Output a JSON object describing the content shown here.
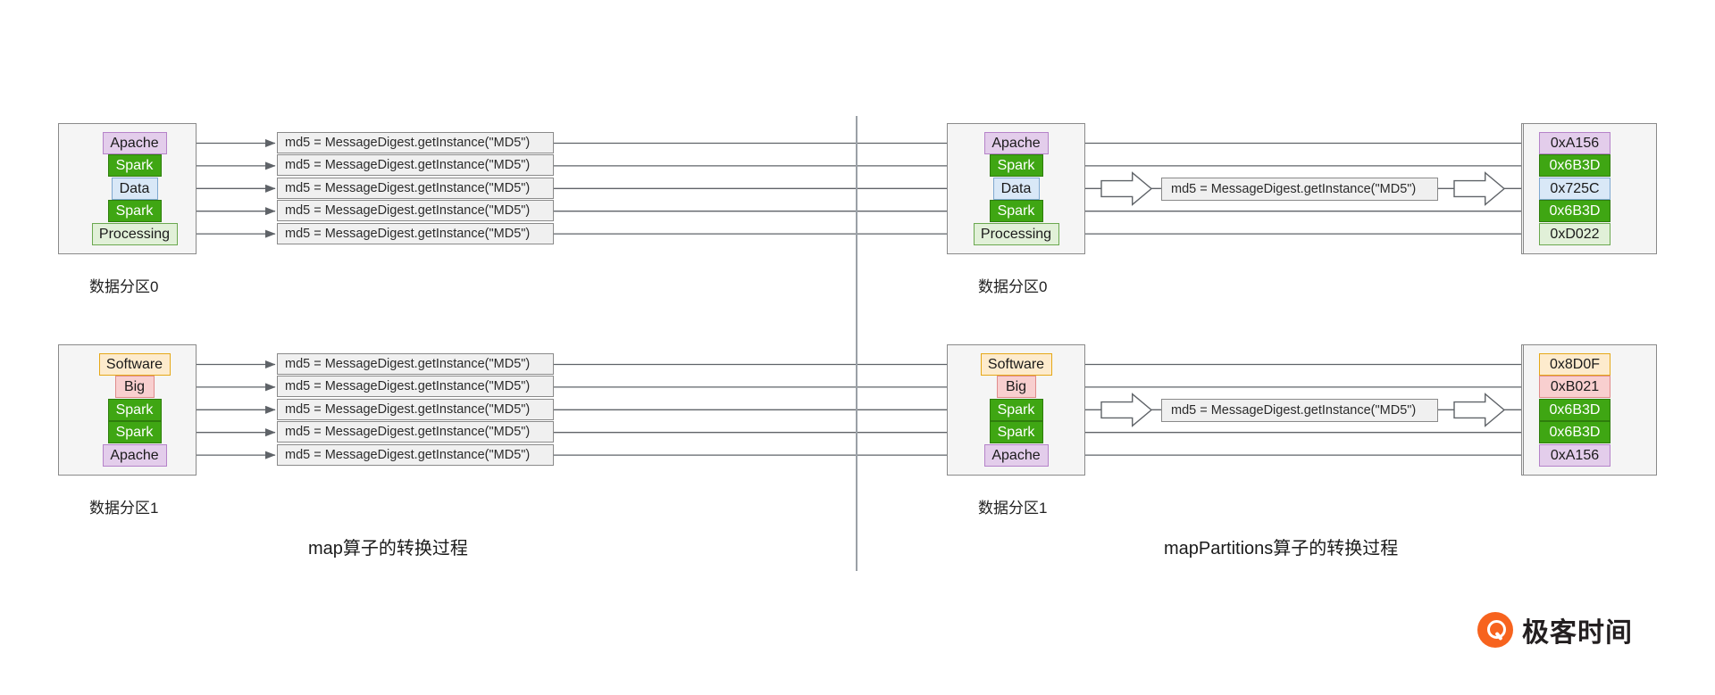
{
  "diagram": {
    "title_left": "map算子的转换过程",
    "title_right": "mapPartitions算子的转换过程",
    "md5_code": "md5 = MessageDigest.getInstance(\"MD5\")",
    "colors": {
      "purple": "#e3cdeb",
      "green": "#3fa613",
      "blue": "#d9e8f7",
      "light_green": "#e1f0d8",
      "orange": "#fdebcd",
      "pink": "#f8cfcf",
      "panel": "#f5f5f5",
      "border": "#8a8a8a",
      "brand": "#f7631e"
    }
  },
  "left": {
    "partitions": [
      {
        "label": "数据分区0",
        "words": [
          {
            "text": "Apache",
            "style": "purple",
            "width": 72
          },
          {
            "text": "Spark",
            "style": "green",
            "width": 60
          },
          {
            "text": "Data",
            "style": "blue",
            "width": 52
          },
          {
            "text": "Spark",
            "style": "green",
            "width": 60
          },
          {
            "text": "Processing",
            "style": "lgreen",
            "width": 96
          }
        ],
        "hashes": [
          {
            "text": "0xA156",
            "style": "purple"
          },
          {
            "text": "0x6B3D",
            "style": "green"
          },
          {
            "text": "0x725C",
            "style": "blue"
          },
          {
            "text": "0x6B3D",
            "style": "green"
          },
          {
            "text": "0xD022",
            "style": "lgreen"
          }
        ],
        "code_rows": [
          "md5 = MessageDigest.getInstance(\"MD5\")",
          "md5 = MessageDigest.getInstance(\"MD5\")",
          "md5 = MessageDigest.getInstance(\"MD5\")",
          "md5 = MessageDigest.getInstance(\"MD5\")",
          "md5 = MessageDigest.getInstance(\"MD5\")"
        ]
      },
      {
        "label": "数据分区1",
        "words": [
          {
            "text": "Software",
            "style": "orange",
            "width": 80
          },
          {
            "text": "Big",
            "style": "pink",
            "width": 44
          },
          {
            "text": "Spark",
            "style": "green",
            "width": 60
          },
          {
            "text": "Spark",
            "style": "green",
            "width": 60
          },
          {
            "text": "Apache",
            "style": "purple",
            "width": 72
          }
        ],
        "hashes": [
          {
            "text": "0x8D0F",
            "style": "orange"
          },
          {
            "text": "0xB021",
            "style": "pink"
          },
          {
            "text": "0x6B3D",
            "style": "green"
          },
          {
            "text": "0x6B3D",
            "style": "green"
          },
          {
            "text": "0xA156",
            "style": "purple"
          }
        ],
        "code_rows": [
          "md5 = MessageDigest.getInstance(\"MD5\")",
          "md5 = MessageDigest.getInstance(\"MD5\")",
          "md5 = MessageDigest.getInstance(\"MD5\")",
          "md5 = MessageDigest.getInstance(\"MD5\")",
          "md5 = MessageDigest.getInstance(\"MD5\")"
        ]
      }
    ]
  },
  "right": {
    "partitions": [
      {
        "label": "数据分区0",
        "words": [
          {
            "text": "Apache",
            "style": "purple",
            "width": 72
          },
          {
            "text": "Spark",
            "style": "green",
            "width": 60
          },
          {
            "text": "Data",
            "style": "blue",
            "width": 52
          },
          {
            "text": "Spark",
            "style": "green",
            "width": 60
          },
          {
            "text": "Processing",
            "style": "lgreen",
            "width": 96
          }
        ],
        "hashes": [
          {
            "text": "0xA156",
            "style": "purple"
          },
          {
            "text": "0x6B3D",
            "style": "green"
          },
          {
            "text": "0x725C",
            "style": "blue"
          },
          {
            "text": "0x6B3D",
            "style": "green"
          },
          {
            "text": "0xD022",
            "style": "lgreen"
          }
        ],
        "code": "md5 = MessageDigest.getInstance(\"MD5\")"
      },
      {
        "label": "数据分区1",
        "words": [
          {
            "text": "Software",
            "style": "orange",
            "width": 80
          },
          {
            "text": "Big",
            "style": "pink",
            "width": 44
          },
          {
            "text": "Spark",
            "style": "green",
            "width": 60
          },
          {
            "text": "Spark",
            "style": "green",
            "width": 60
          },
          {
            "text": "Apache",
            "style": "purple",
            "width": 72
          }
        ],
        "hashes": [
          {
            "text": "0x8D0F",
            "style": "orange"
          },
          {
            "text": "0xB021",
            "style": "pink"
          },
          {
            "text": "0x6B3D",
            "style": "green"
          },
          {
            "text": "0x6B3D",
            "style": "green"
          },
          {
            "text": "0xA156",
            "style": "purple"
          }
        ],
        "code": "md5 = MessageDigest.getInstance(\"MD5\")"
      }
    ]
  },
  "brand": {
    "name": "极客时间"
  }
}
